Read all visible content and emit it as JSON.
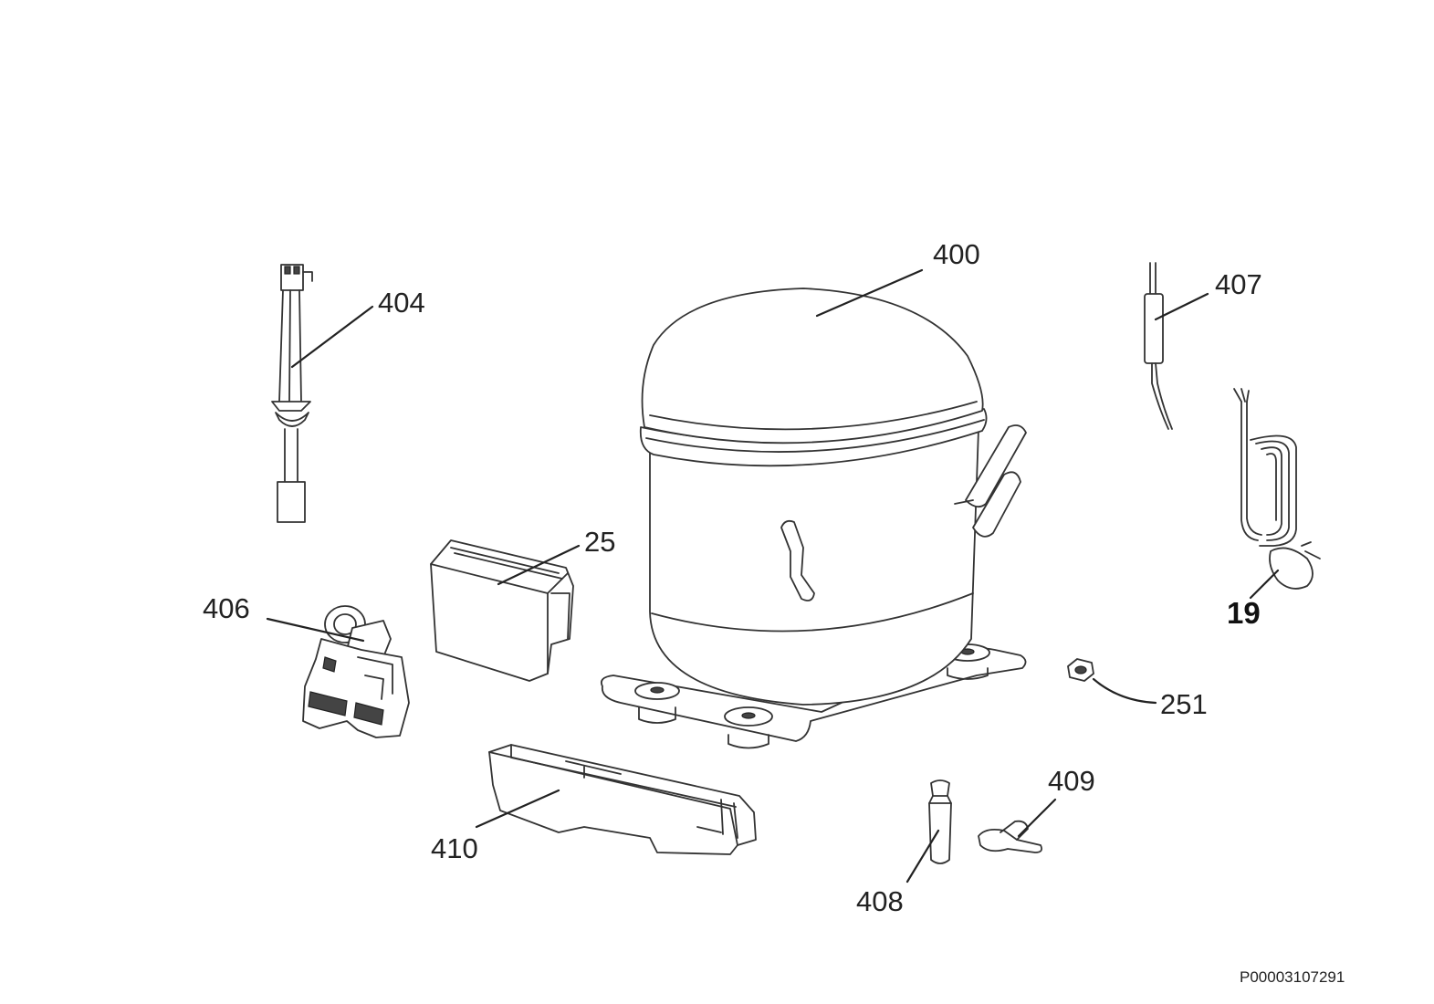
{
  "diagram": {
    "parts": [
      {
        "id": "compressor",
        "label": "400"
      },
      {
        "id": "power-cable",
        "label": "404"
      },
      {
        "id": "filter-drier",
        "label": "407"
      },
      {
        "id": "power-cord",
        "label": "19"
      },
      {
        "id": "relay-cover",
        "label": "25"
      },
      {
        "id": "starting-relay",
        "label": "406"
      },
      {
        "id": "nut",
        "label": "251"
      },
      {
        "id": "mounting-bracket",
        "label": "410"
      },
      {
        "id": "service-tube",
        "label": "408"
      },
      {
        "id": "clip",
        "label": "409"
      }
    ],
    "document_id": "P00003107291"
  },
  "colors": {
    "background": "#ffffff",
    "lines": "#222222"
  }
}
